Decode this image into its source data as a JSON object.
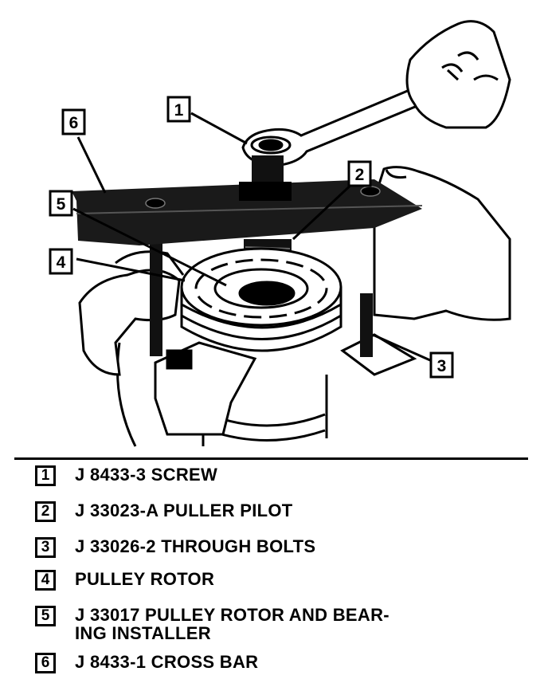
{
  "callouts": [
    "1",
    "2",
    "3",
    "4",
    "5",
    "6"
  ],
  "legend": [
    {
      "num": "1",
      "label_lines": [
        "J 8433-3 SCREW"
      ]
    },
    {
      "num": "2",
      "label_lines": [
        "J 33023-A PULLER PILOT"
      ]
    },
    {
      "num": "3",
      "label_lines": [
        "J 33026-2 THROUGH BOLTS"
      ]
    },
    {
      "num": "4",
      "label_lines": [
        "PULLEY ROTOR"
      ]
    },
    {
      "num": "5",
      "label_lines": [
        "J 33017 PULLEY ROTOR AND BEAR-",
        "ING INSTALLER"
      ]
    },
    {
      "num": "6",
      "label_lines": [
        "J 8433-1 CROSS BAR"
      ]
    }
  ]
}
